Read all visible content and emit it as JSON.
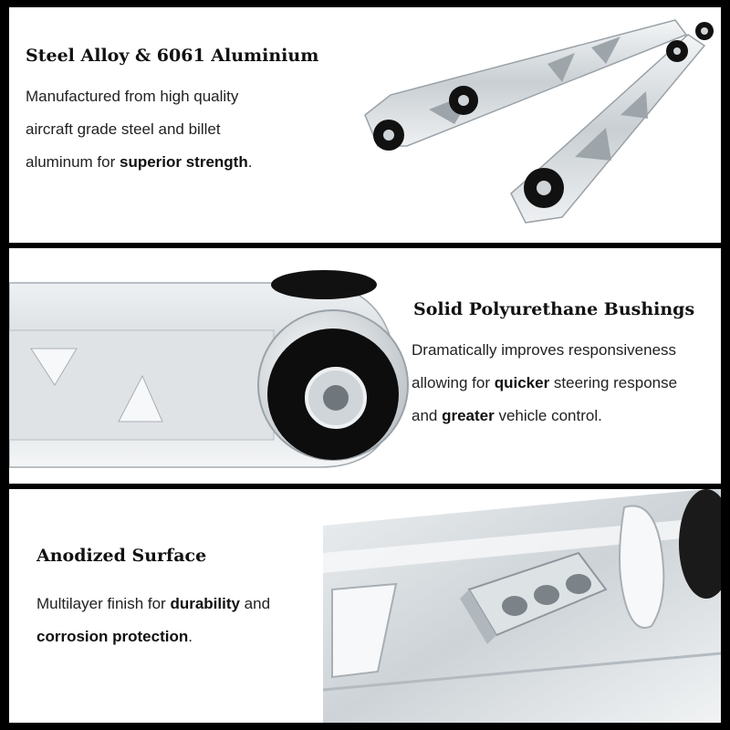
{
  "sections": [
    {
      "heading": "Steel Alloy & 6061 Aluminium",
      "lines": [
        {
          "pre": "Manufactured from high quality",
          "bold": "",
          "post": ""
        },
        {
          "pre": "aircraft grade steel and billet",
          "bold": "",
          "post": ""
        },
        {
          "pre": "aluminum for ",
          "bold": "superior strength",
          "post": "."
        }
      ]
    },
    {
      "heading": "Solid Polyurethane Bushings",
      "lines": [
        {
          "pre": "Dramatically improves responsiveness",
          "bold": "",
          "post": ""
        },
        {
          "pre": "allowing for ",
          "bold": "quicker",
          "post": " steering response"
        },
        {
          "pre": "and ",
          "bold": "greater",
          "post": " vehicle control."
        }
      ]
    },
    {
      "heading": "Anodized Surface",
      "lines": [
        {
          "pre": "Multilayer finish for ",
          "bold": "durability",
          "post": " and"
        },
        {
          "pre": "",
          "bold": "corrosion protection",
          "post": "."
        }
      ]
    }
  ],
  "colors": {
    "frame": "#000000",
    "panel": "#ffffff",
    "metal": "#d9dde0",
    "bushing": "#111111"
  }
}
